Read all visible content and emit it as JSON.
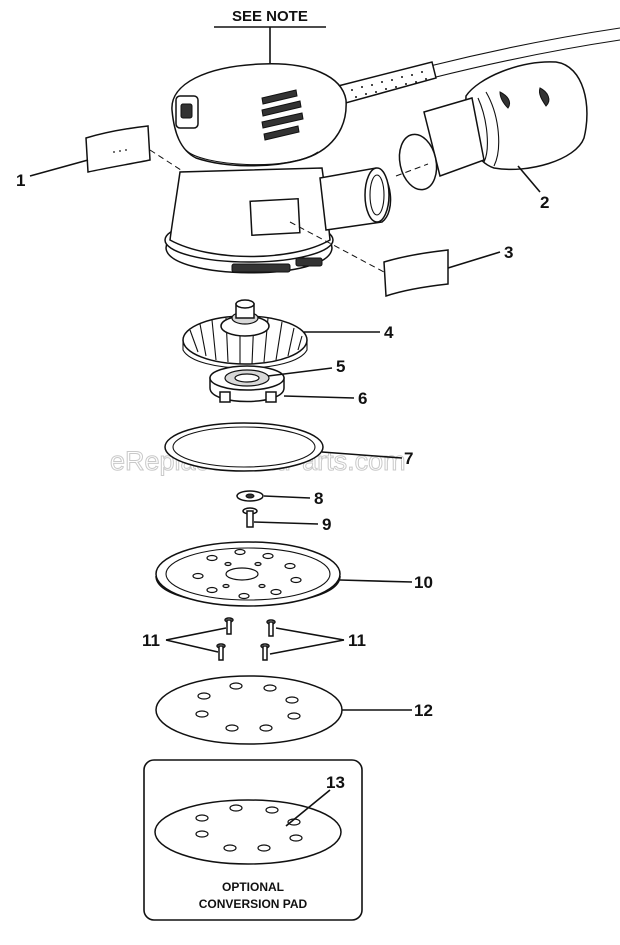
{
  "note_label": "SEE NOTE",
  "watermark": "eReplacementParts.com",
  "optional_box": {
    "line1": "OPTIONAL",
    "line2": "CONVERSION PAD"
  },
  "callouts": [
    "1",
    "2",
    "3",
    "4",
    "5",
    "6",
    "7",
    "8",
    "9",
    "10",
    "11",
    "11",
    "12",
    "13"
  ]
}
